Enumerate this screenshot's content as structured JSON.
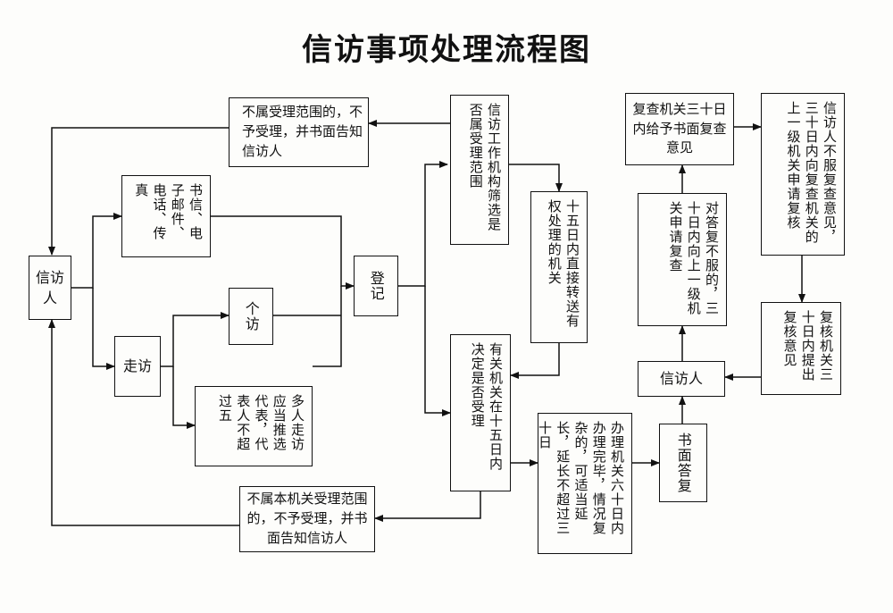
{
  "title": "信访事项处理流程图",
  "nodes": {
    "visitor": "信访人",
    "letters": "书信、电子邮件、电话、传真",
    "walkin": "走访",
    "individual": "个访",
    "group": "多人走访应当推选代表，代表人不超过五",
    "register": "登记",
    "screen": "信访工作机构筛选是否属受理范围",
    "not_in_scope": "不属受理范围的，不予受理，并书面告知信访人",
    "transfer": "十五日内直接转送有权处理的机关",
    "decide": "有关机关在十五日内决定是否受理",
    "not_agency_scope": "不属本机关受理范围的，不予受理，并书面告知信访人",
    "handle": "办理机关六十日内办理完毕，情况复杂的，可适当延长，延长不超过三十日",
    "written_reply": "书面答复",
    "visitor2": "信访人",
    "dissatisfied": "对答复不服的，三十日内向上一级机关申请复查",
    "review_opinion": "复查机关三十日内给予书面复查意见",
    "appeal_again": "信访人不服复查意见，三十日内向复查机关的上一级机关申请复核",
    "recheck": "复核机关三十日内提出复核意见"
  }
}
